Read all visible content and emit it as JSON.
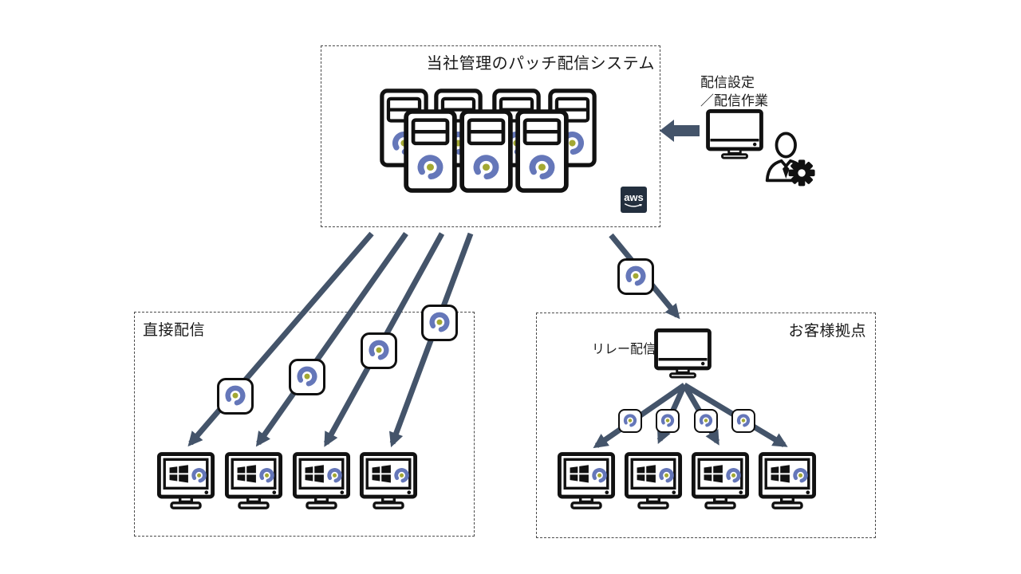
{
  "labels": {
    "system_box_title": "当社管理のパッチ配信システム",
    "operator_caption": "配信設定\n／配信作業",
    "direct_box_title": "直接配信",
    "customer_box_title": "お客様拠点",
    "relay_caption": "リレー配信",
    "aws": "aws"
  },
  "colors": {
    "arrow": "#44546A",
    "logo_blue": "#6577B9",
    "logo_dot": "#A3A832",
    "aws_bg": "#232F3E",
    "outline": "#111111",
    "dashed_border": "#4a4a4a"
  },
  "icons": {
    "server": "server-tower-icon",
    "patch_logo": "patch-logo-icon",
    "monitor": "monitor-icon",
    "windows_pc": "windows-pc-icon",
    "operator": "person-gear-icon",
    "aws": "aws-logo"
  },
  "counts": {
    "servers_back_row": 4,
    "servers_front_row": 3,
    "direct_pcs": 4,
    "relay_pcs": 4
  }
}
